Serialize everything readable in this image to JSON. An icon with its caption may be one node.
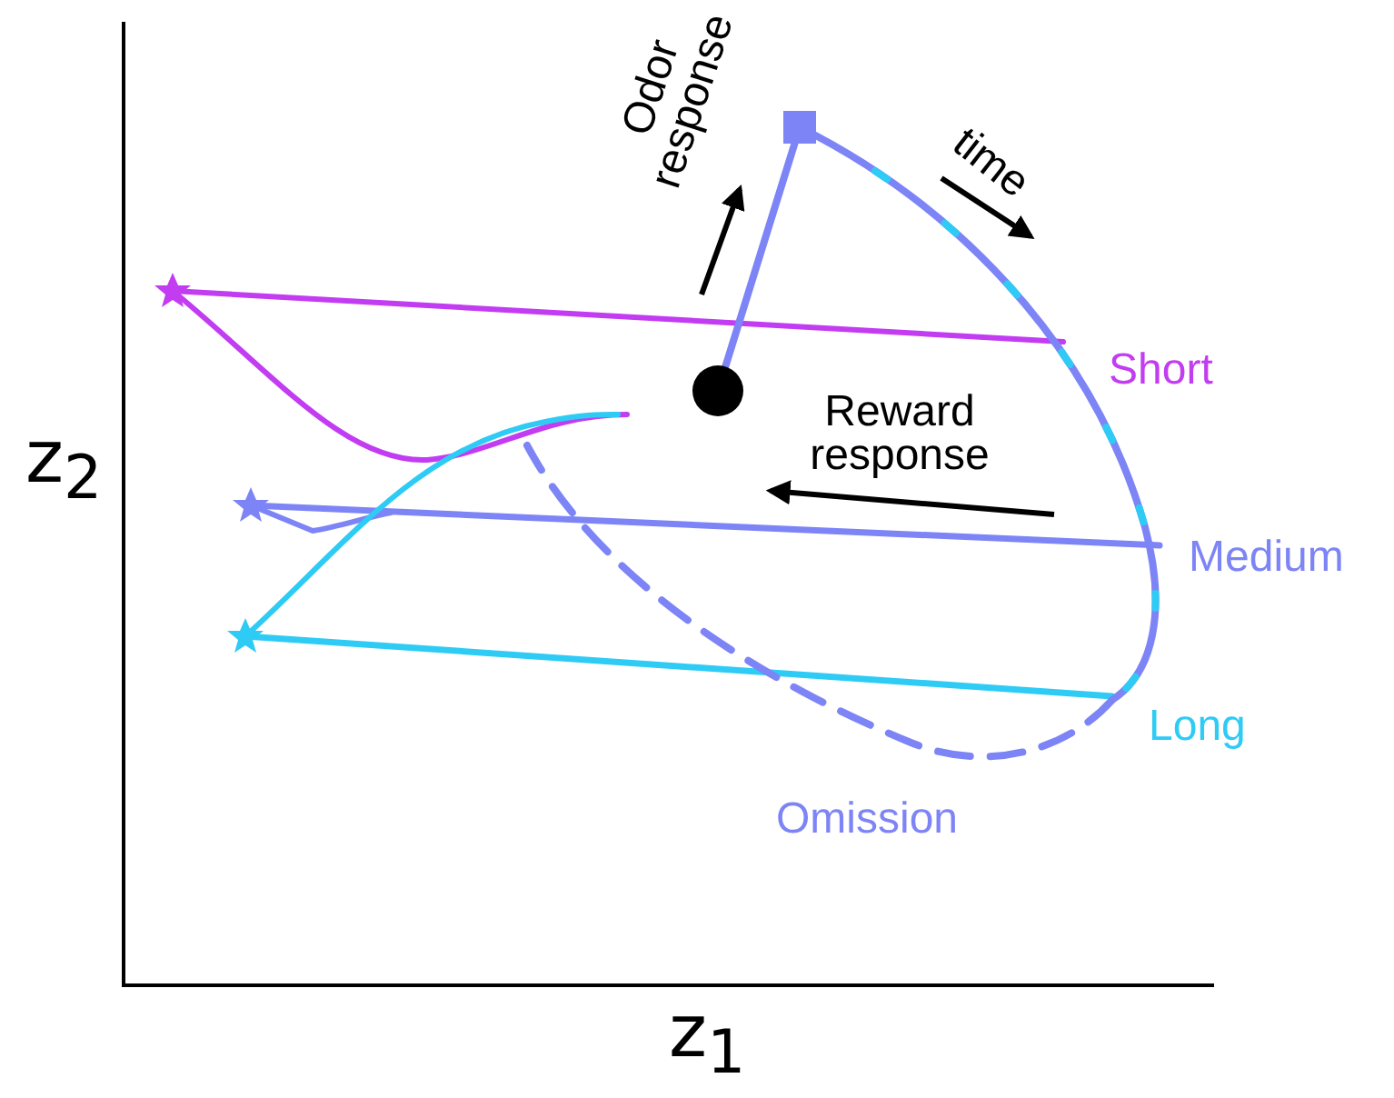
{
  "diagram": {
    "labels": [
      "Odor response",
      "time",
      "Short",
      "Reward response",
      "Medium",
      "Long",
      "Omission",
      "z$_{2}$",
      "z$_{1}$"
    ]
  }
}
